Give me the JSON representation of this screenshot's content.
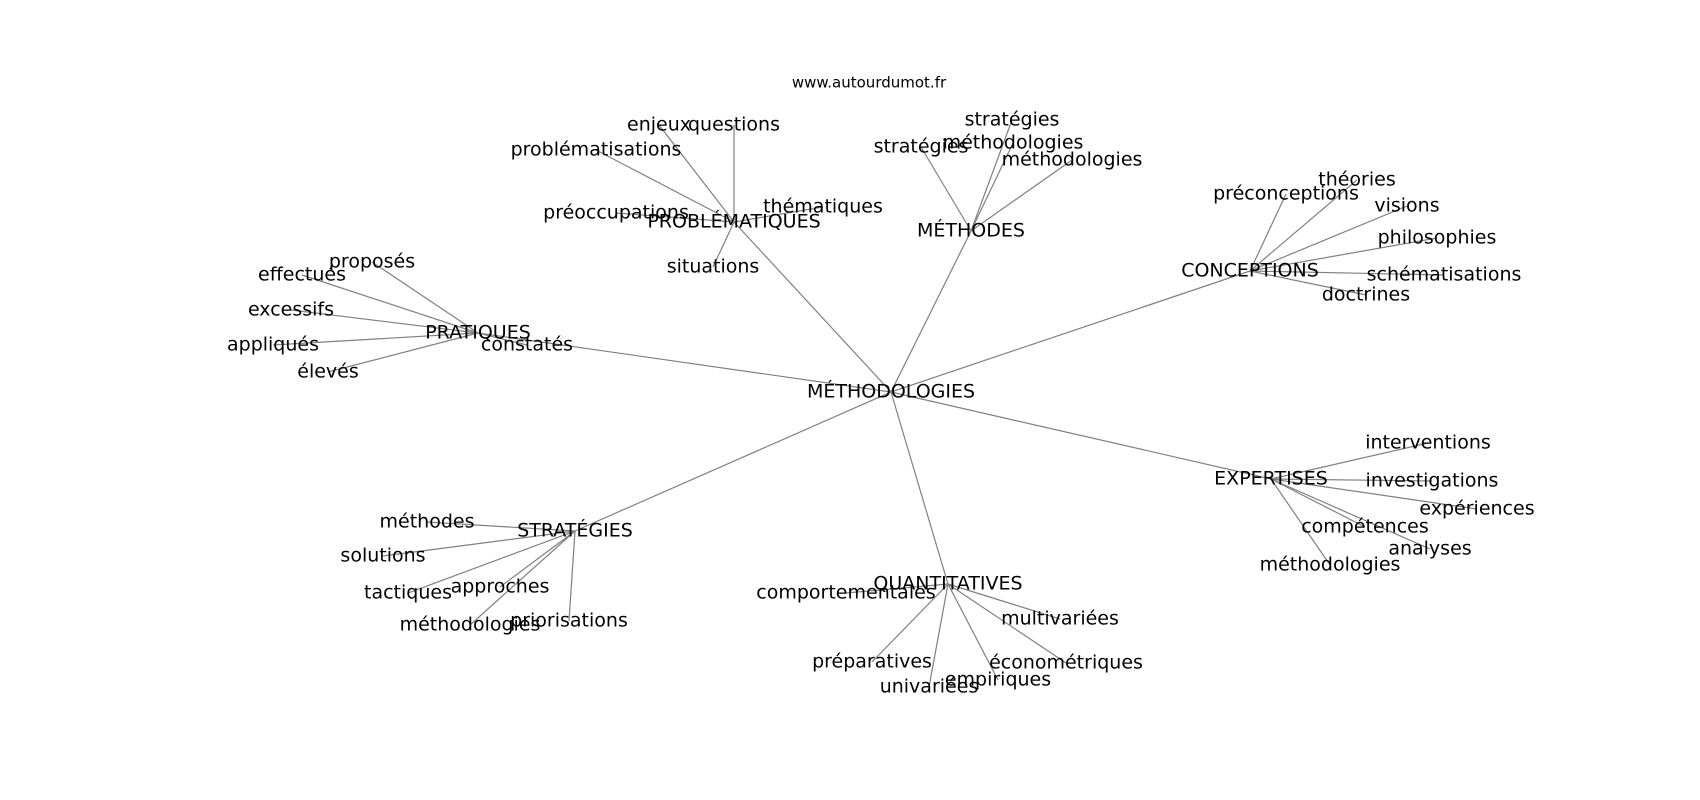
{
  "source": "www.autourdumot.fr",
  "graph": {
    "center": "MÉTHODOLOGIES",
    "groups": [
      {
        "hub": "PROBLÉMATIQUES",
        "leaves": [
          "enjeux",
          "questions",
          "problématisations",
          "préoccupations",
          "thématiques",
          "situations"
        ]
      },
      {
        "hub": "MÉTHODES",
        "leaves": [
          "stratégies",
          "stratégies",
          "méthodologies",
          "méthodologies"
        ]
      },
      {
        "hub": "CONCEPTIONS",
        "leaves": [
          "préconceptions",
          "théories",
          "visions",
          "philosophies",
          "schématisations",
          "doctrines"
        ]
      },
      {
        "hub": "PRATIQUES",
        "leaves": [
          "proposés",
          "effectués",
          "excessifs",
          "appliqués",
          "élevés",
          "constatés"
        ]
      },
      {
        "hub": "EXPERTISES",
        "leaves": [
          "interventions",
          "investigations",
          "expériences",
          "compétences",
          "analyses",
          "méthodologies"
        ]
      },
      {
        "hub": "STRATÉGIES",
        "leaves": [
          "méthodes",
          "solutions",
          "tactiques",
          "approches",
          "méthodologies",
          "priorisations"
        ]
      },
      {
        "hub": "QUANTITATIVES",
        "leaves": [
          "comportementales",
          "multivariées",
          "préparatives",
          "économétriques",
          "univariées",
          "empiriques"
        ]
      }
    ]
  }
}
